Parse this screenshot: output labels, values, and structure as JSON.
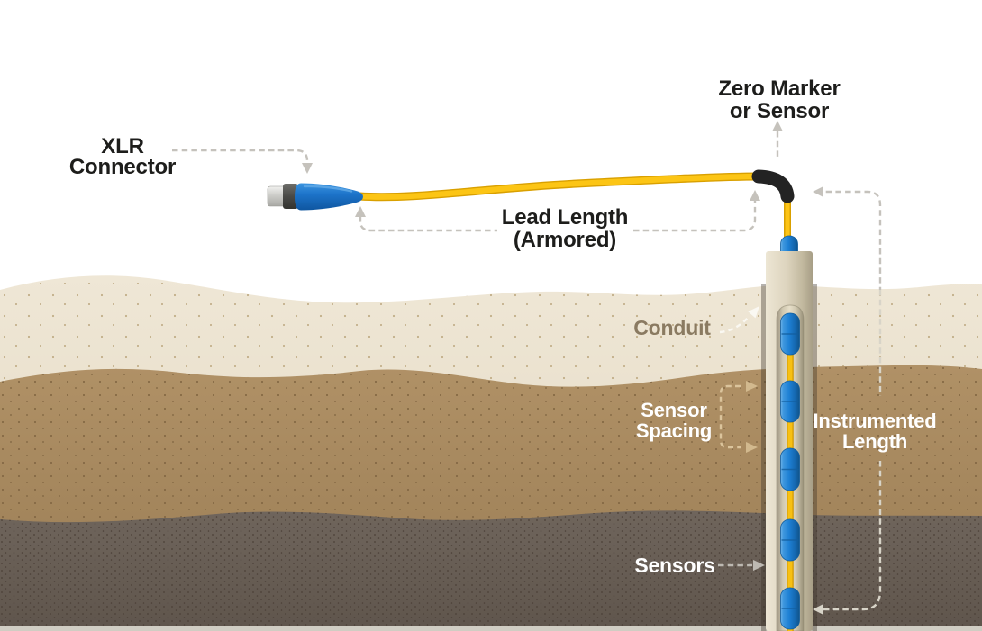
{
  "labels": {
    "xlr_connector": {
      "lines": [
        "XLR",
        "Connector"
      ]
    },
    "zero_marker": {
      "lines": [
        "Zero Marker",
        "or Sensor"
      ]
    },
    "lead_length": {
      "lines": [
        "Lead Length",
        "(Armored)"
      ]
    },
    "conduit": {
      "lines": [
        "Conduit"
      ]
    },
    "sensor_spacing": {
      "lines": [
        "Sensor",
        "Spacing"
      ]
    },
    "instrumented_length": {
      "lines": [
        "Instrumented",
        "Length"
      ]
    },
    "sensors": {
      "lines": [
        "Sensors"
      ]
    }
  },
  "colors": {
    "cable_yellow": "#F9C213",
    "cable_outline": "#D79E00",
    "sensor_blue": "#1E80D4",
    "connector_blue": "#1767BE",
    "elbow_black": "#232323",
    "conduit_beige": "#DDD4BE",
    "soil_surface_cream": "#EBE1CC",
    "soil_mid_tan": "#A8895E",
    "soil_deep_brown": "#685E55",
    "label_dark": "#1D1D1B",
    "label_light": "#FFFFFF",
    "label_conduit": "#8A7A61",
    "arrow_gray": "#C5C2BC",
    "arrow_gray_dark": "#BDB9B2",
    "arrow_cream": "#D8D4C8",
    "arrow_tan": "#DBC49C",
    "arrow_tan_head": "#D2B98E",
    "arrow_white": "#FAF8F2"
  }
}
